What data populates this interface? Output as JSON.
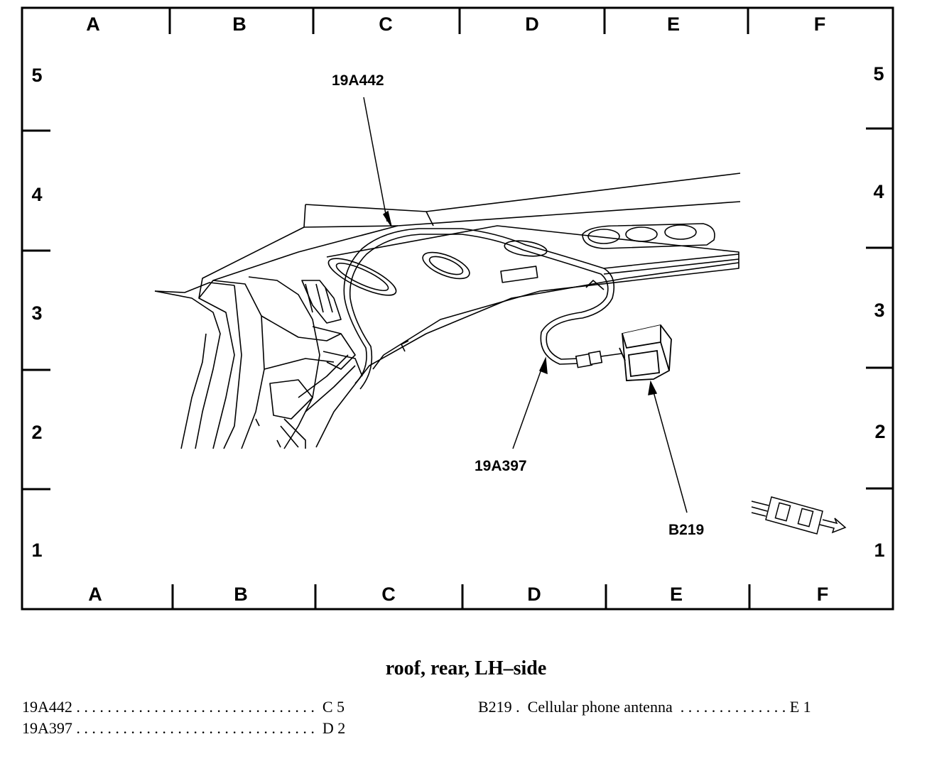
{
  "grid": {
    "columns": [
      "A",
      "B",
      "C",
      "D",
      "E",
      "F"
    ],
    "rows": [
      "5",
      "4",
      "3",
      "2",
      "1"
    ]
  },
  "callouts": {
    "c1": "19A442",
    "c2": "19A397",
    "c3": "B219"
  },
  "caption": "roof, rear, LH–side",
  "legend": {
    "left": [
      {
        "line": "19A442 . . . . . . . . . . . . . . . . . . . . . . . . . . . . . . .  C 5"
      },
      {
        "line": "19A397 . . . . . . . . . . . . . . . . . . . . . . . . . . . . . . .  D 2"
      }
    ],
    "right": [
      {
        "line": "B219 .  Cellular phone antenna  . . . . . . . . . . . . . . E 1"
      }
    ]
  }
}
